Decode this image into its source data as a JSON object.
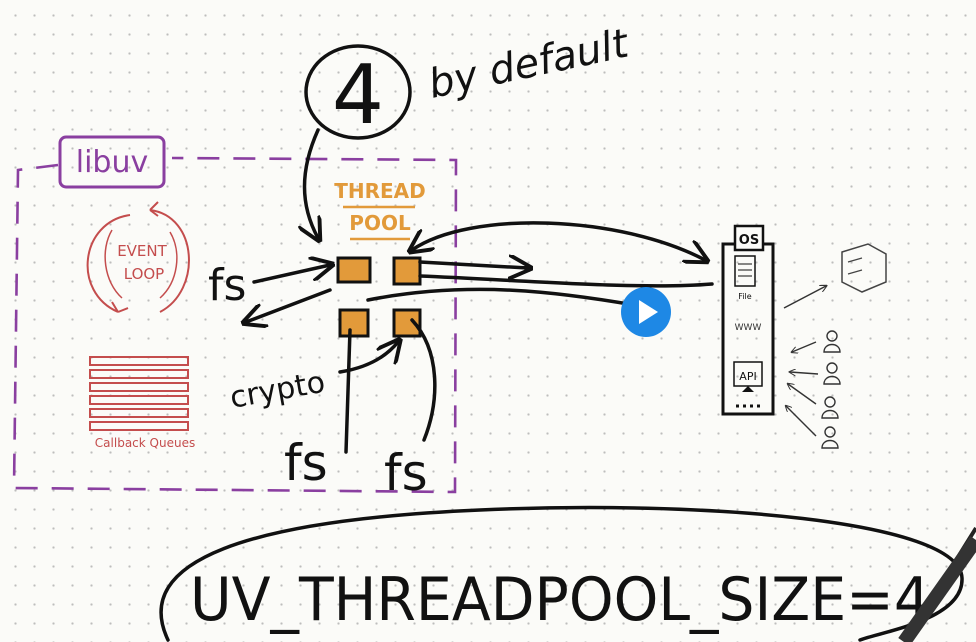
{
  "whiteboard": {
    "thread_count": "4",
    "default_note": "by default",
    "libuv_label": "libuv",
    "thread_pool_line1": "THREAD",
    "thread_pool_line2": "POOL",
    "event_loop_line1": "EVENT",
    "event_loop_line2": "LOOP",
    "callback_queues_label": "Callback Queues",
    "fs_label_left": "fs",
    "crypto_label": "crypto",
    "fs_label_bottom_1": "fs",
    "fs_label_bottom_2": "fs",
    "os_label": "OS",
    "file_label": "File",
    "www_label": "WWW",
    "api_label": "API",
    "env_setting": "UV_THREADPOOL_SIZE=4"
  },
  "player": {
    "play_icon": "play-icon"
  },
  "colors": {
    "libuv_purple": "#8a3fa0",
    "threadpool_orange": "#e29a3a",
    "event_loop_red": "#c44d4d",
    "play_blue": "#1e88e5"
  }
}
